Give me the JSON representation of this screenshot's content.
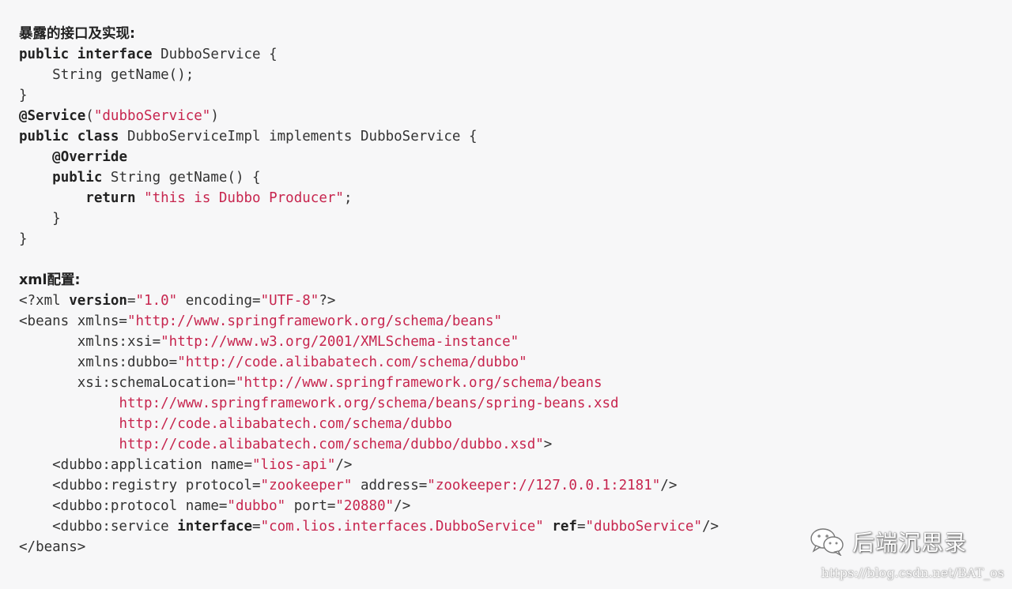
{
  "sections": {
    "interface_label": "暴露的接口及实现:",
    "xml_label": "xml配置:"
  },
  "java": {
    "l1": {
      "kw1": "public",
      "kw2": "interface",
      "rest": " DubboService {"
    },
    "l2": {
      "indent": "    ",
      "text": "String getName();"
    },
    "l3": "}",
    "l4": {
      "ann": "@Service",
      "open": "(",
      "str": "\"dubboService\"",
      "close": ")"
    },
    "l5": {
      "kw1": "public",
      "kw2": "class",
      "rest": " DubboServiceImpl implements DubboService {"
    },
    "l6": {
      "indent": "    ",
      "ann": "@Override"
    },
    "l7": {
      "indent": "    ",
      "kw": "public",
      "rest": " String getName() {"
    },
    "l8": {
      "indent": "        ",
      "kw": "return",
      "sp": " ",
      "str": "\"this is Dubbo Producer\"",
      "end": ";"
    },
    "l9": "    }",
    "l10": "}"
  },
  "xml": {
    "x1": {
      "a": "<?xml ",
      "kw": "version",
      "b": "=",
      "s1": "\"1.0\"",
      "c": " encoding=",
      "s2": "\"UTF-8\"",
      "d": "?>"
    },
    "x2": {
      "a": "<beans xmlns=",
      "s": "\"http://www.springframework.org/schema/beans\""
    },
    "x3": {
      "a": "       xmlns:xsi=",
      "s": "\"http://www.w3.org/2001/XMLSchema-instance\""
    },
    "x4": {
      "a": "       xmlns:dubbo=",
      "s": "\"http://code.alibabatech.com/schema/dubbo\""
    },
    "x5": {
      "a": "       xsi:schemaLocation=",
      "s": "\"http://www.springframework.org/schema/beans"
    },
    "x6": {
      "a": "            ",
      "s": "http://www.springframework.org/schema/beans/spring-beans.xsd"
    },
    "x7": {
      "a": "            ",
      "s": "http://code.alibabatech.com/schema/dubbo"
    },
    "x8": {
      "a": "            ",
      "s": "http://code.alibabatech.com/schema/dubbo/dubbo.xsd\"",
      "b": ">"
    },
    "x9": {
      "a": "    <dubbo:application name=",
      "s": "\"lios-api\"",
      "b": "/>"
    },
    "x10": {
      "a": "    <dubbo:registry protocol=",
      "s1": "\"zookeeper\"",
      "b": " address=",
      "s2": "\"zookeeper://127.0.0.1:2181\"",
      "c": "/>"
    },
    "x11": {
      "a": "    <dubbo:protocol name=",
      "s1": "\"dubbo\"",
      "b": " port=",
      "s2": "\"20880\"",
      "c": "/>"
    },
    "x12": {
      "a": "    <dubbo:service ",
      "kw1": "interface",
      "b": "=",
      "s1": "\"com.lios.interfaces.DubboService\"",
      "c": " ",
      "kw2": "ref",
      "d": "=",
      "s2": "\"dubboService\"",
      "e": "/>"
    },
    "x13": "</beans>"
  },
  "brand": {
    "icon": "wechat-icon",
    "text": "后端沉思录"
  },
  "watermark": "https://blog.csdn.net/BAT_os",
  "colors": {
    "string": "#c7254e",
    "keyword": "#222222",
    "text": "#333333",
    "background": "#f7f7f8"
  }
}
